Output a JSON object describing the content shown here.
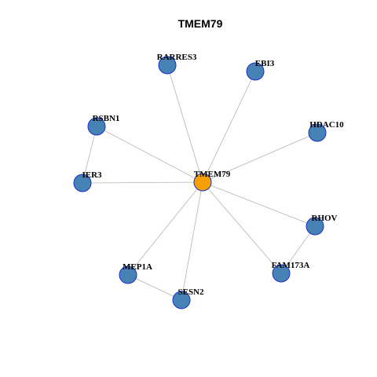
{
  "title": "TMEM79",
  "colors": {
    "hub": "#f5a000",
    "node": "#4682b4",
    "node_border": "#1c2fc9",
    "edge": "#b4b4b4"
  },
  "nodes": [
    {
      "id": "TMEM79",
      "label": "TMEM79",
      "hub": true
    },
    {
      "id": "RARRES3",
      "label": "RARRES3",
      "hub": false
    },
    {
      "id": "EBI3",
      "label": "EBI3",
      "hub": false
    },
    {
      "id": "RSBN1",
      "label": "RSBN1",
      "hub": false
    },
    {
      "id": "HDAC10",
      "label": "HDAC10",
      "hub": false
    },
    {
      "id": "IER3",
      "label": "IER3",
      "hub": false
    },
    {
      "id": "RHOV",
      "label": "RHOV",
      "hub": false
    },
    {
      "id": "FAM173A",
      "label": "FAM173A",
      "hub": false
    },
    {
      "id": "MEP1A",
      "label": "MEP1A",
      "hub": false
    },
    {
      "id": "SESN2",
      "label": "SESN2",
      "hub": false
    }
  ],
  "edges": [
    [
      "TMEM79",
      "RARRES3"
    ],
    [
      "TMEM79",
      "EBI3"
    ],
    [
      "TMEM79",
      "RSBN1"
    ],
    [
      "TMEM79",
      "HDAC10"
    ],
    [
      "TMEM79",
      "IER3"
    ],
    [
      "TMEM79",
      "RHOV"
    ],
    [
      "TMEM79",
      "FAM173A"
    ],
    [
      "TMEM79",
      "MEP1A"
    ],
    [
      "TMEM79",
      "SESN2"
    ],
    [
      "RSBN1",
      "IER3"
    ],
    [
      "RHOV",
      "FAM173A"
    ],
    [
      "MEP1A",
      "SESN2"
    ]
  ]
}
